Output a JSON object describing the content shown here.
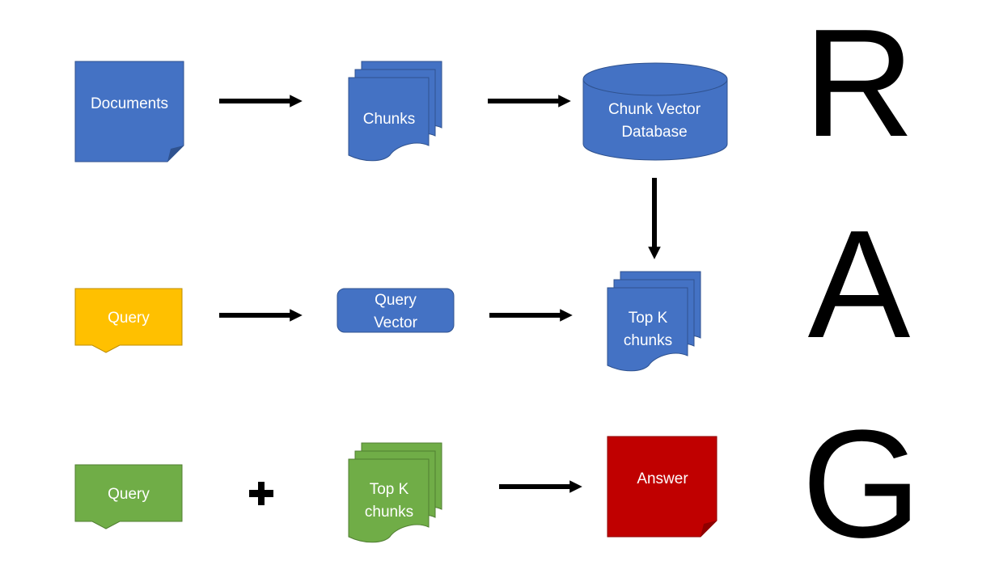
{
  "colors": {
    "blue": "#4472C4",
    "blue_stroke": "#2F528F",
    "yellow": "#FFC000",
    "yellow_stroke": "#BC8C00",
    "green": "#70AD47",
    "green_stroke": "#507E32",
    "red": "#C00000",
    "red_stroke": "#8F0000",
    "arrow": "#000000"
  },
  "row_r": {
    "documents": "Documents",
    "chunks": "Chunks",
    "database_line1": "Chunk Vector",
    "database_line2": "Database",
    "letter": "R"
  },
  "row_a": {
    "query": "Query",
    "query_vector_line1": "Query",
    "query_vector_line2": "Vector",
    "topk_line1": "Top K",
    "topk_line2": "chunks",
    "letter": "A"
  },
  "row_g": {
    "query": "Query",
    "topk_line1": "Top K",
    "topk_line2": "chunks",
    "answer": "Answer",
    "letter": "G"
  }
}
